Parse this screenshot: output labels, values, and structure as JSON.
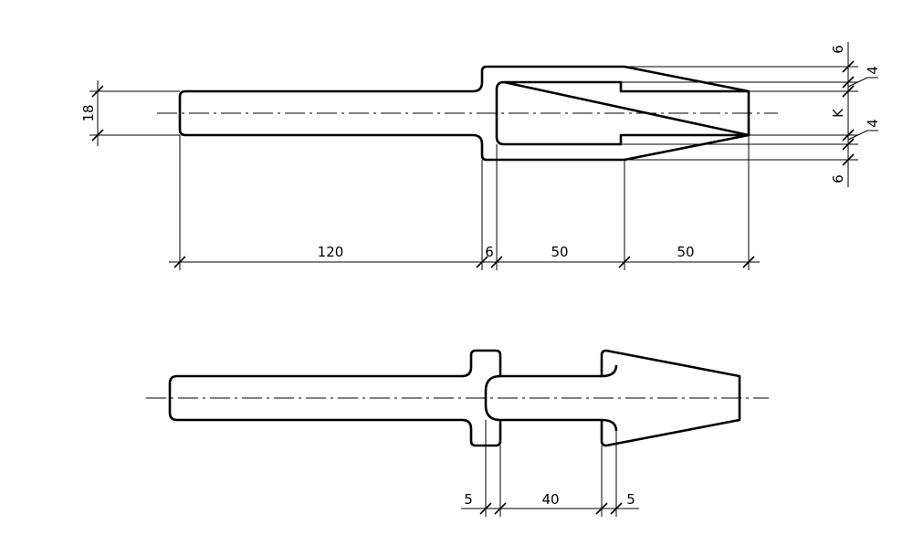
{
  "drawing": {
    "top_view": {
      "dimensions": {
        "shaft_diameter": "18",
        "shaft_length": "120",
        "collar_width": "6",
        "bore_length": "50",
        "taper_length": "50",
        "wall_top": "6",
        "step_top": "4",
        "bore_diameter": "K",
        "step_bottom": "4",
        "wall_bottom": "6"
      }
    },
    "bottom_view": {
      "dimensions": {
        "left_groove": "5",
        "middle_length": "40",
        "right_groove": "5"
      }
    }
  }
}
